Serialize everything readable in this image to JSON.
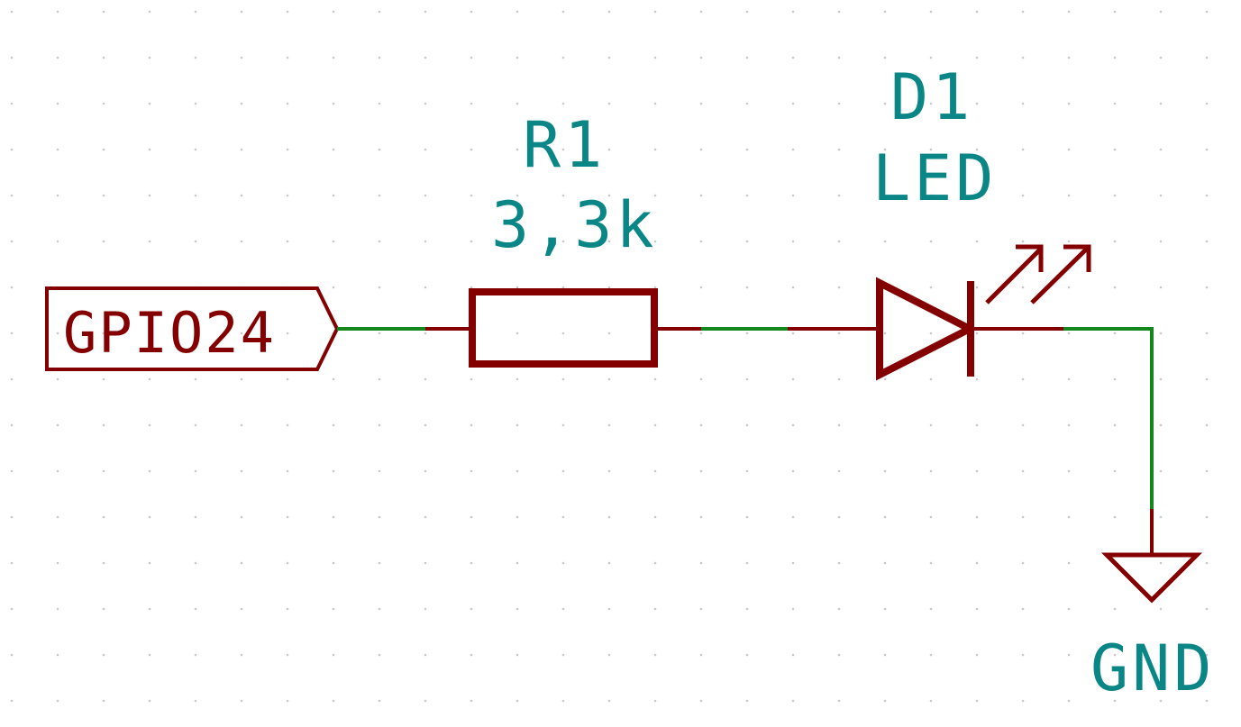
{
  "net_label": {
    "text": "GPIO24"
  },
  "resistor": {
    "reference": "R1",
    "value": "3,3k"
  },
  "led": {
    "reference": "D1",
    "value": "LED"
  },
  "ground": {
    "text": "GND"
  },
  "colors": {
    "wire": "#13871b",
    "component": "#840000",
    "reference_text": "#0a8686",
    "background": "#ffffff",
    "grid_dot": "#c9c9c9"
  }
}
